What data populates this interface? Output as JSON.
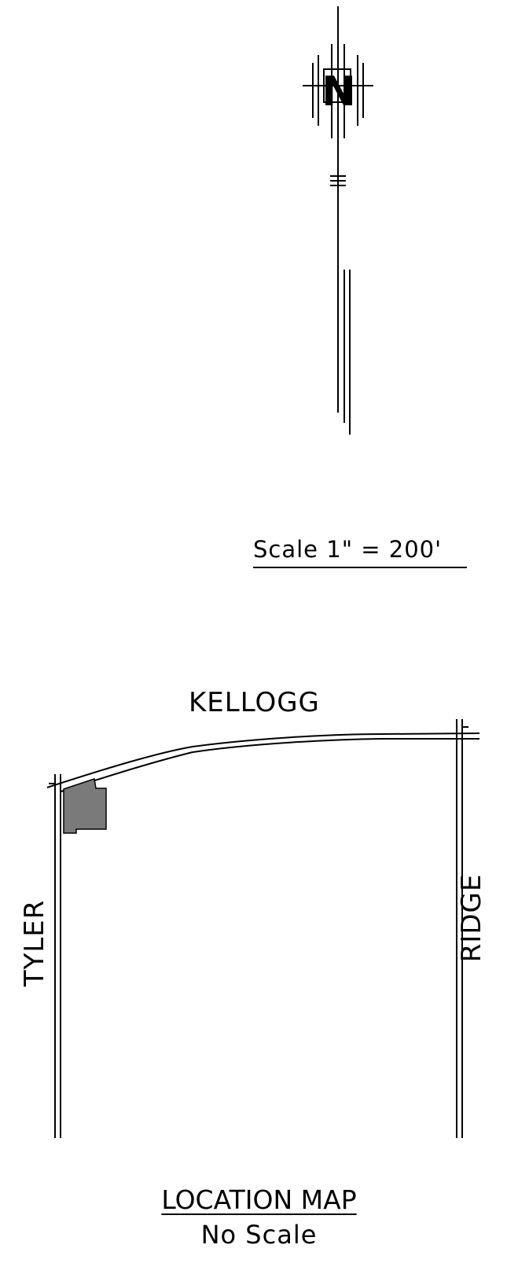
{
  "north_arrow": {
    "letter": "N"
  },
  "scale_bar": {
    "label": "Scale  1\"  =  200'"
  },
  "map": {
    "streets": [
      {
        "id": "kellogg",
        "name": "KELLOGG"
      },
      {
        "id": "tyler",
        "name": "TYLER"
      },
      {
        "id": "ridge",
        "name": "RIDGE"
      }
    ],
    "site_fill_color": "#7a7a7a"
  },
  "legend": {
    "title": "LOCATION MAP",
    "subtitle": "No Scale"
  }
}
